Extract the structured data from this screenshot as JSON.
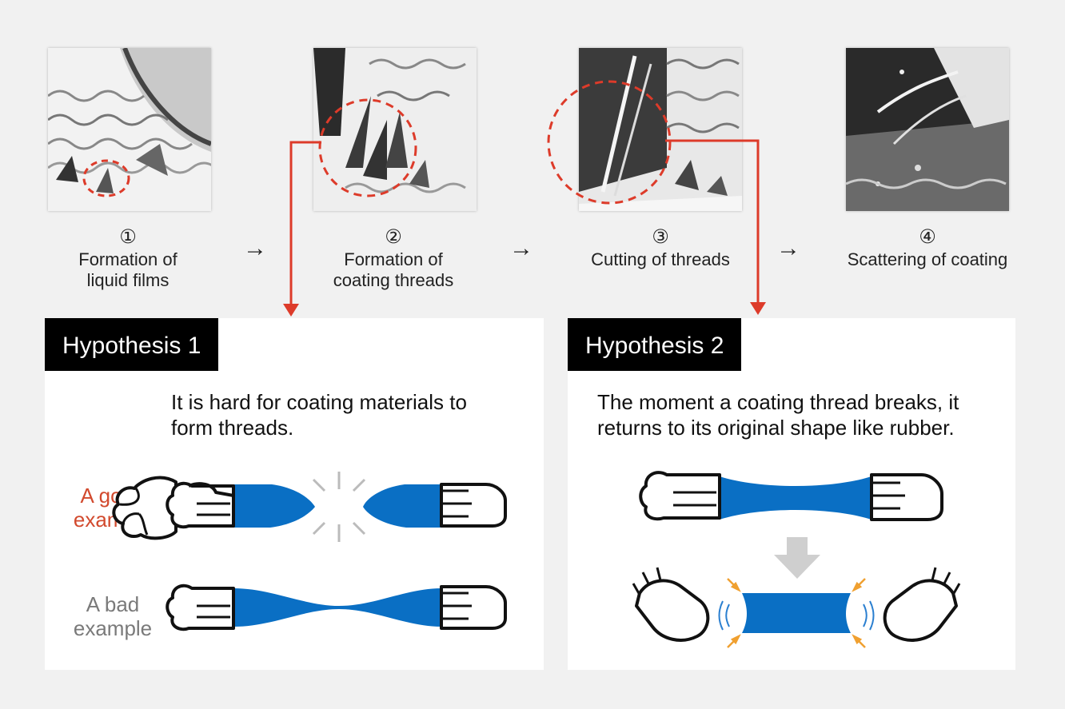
{
  "steps": [
    {
      "num": "①",
      "line1": "Formation of",
      "line2": "liquid films"
    },
    {
      "num": "②",
      "line1": "Formation of",
      "line2": "coating threads"
    },
    {
      "num": "③",
      "line1": "Cutting of threads",
      "line2": ""
    },
    {
      "num": "④",
      "line1": "Scattering of coating",
      "line2": ""
    }
  ],
  "arrow_glyph": "→",
  "hypothesis1": {
    "label": "Hypothesis 1",
    "text_line1": "It is hard for coating materials to",
    "text_line2": "form threads.",
    "good_line1": "A good",
    "good_line2": "example",
    "bad_line1": "A bad",
    "bad_line2": "example"
  },
  "hypothesis2": {
    "label": "Hypothesis 2",
    "text_line1": "The moment a coating thread breaks, it",
    "text_line2": "returns to its original shape like rubber."
  },
  "colors": {
    "accent_red": "#dd3b2a",
    "coating_blue": "#0a6fc4",
    "good_label": "#d24a2e",
    "bad_label": "#7a7a7a",
    "compress_orange": "#f0a030",
    "label_bg": "#000000"
  }
}
